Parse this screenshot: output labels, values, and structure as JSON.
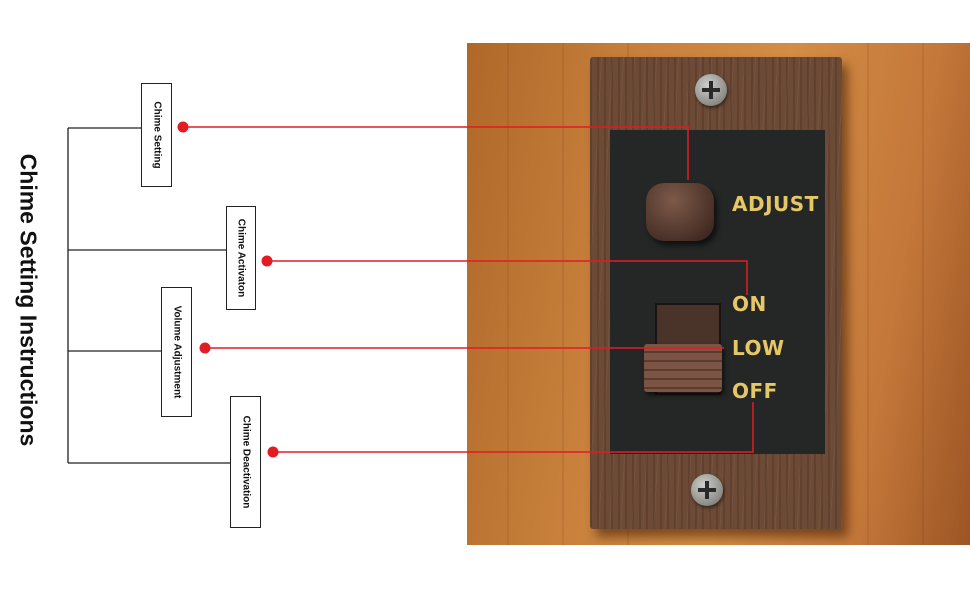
{
  "title": "Chime Setting Instructions",
  "labels": {
    "chime_setting": "Chime Setting",
    "chime_activation": "Chime Activaton",
    "volume_adjustment": "Volume Adjustment",
    "chime_deactivation": "Chime Deactivation"
  },
  "panel_labels": {
    "adjust": "ADJUST",
    "on": "ON",
    "low": "LOW",
    "off": "OFF"
  },
  "colors": {
    "callout_line": "#e31b23",
    "bracket_line": "#222222",
    "panel_text": "#e6c767"
  }
}
